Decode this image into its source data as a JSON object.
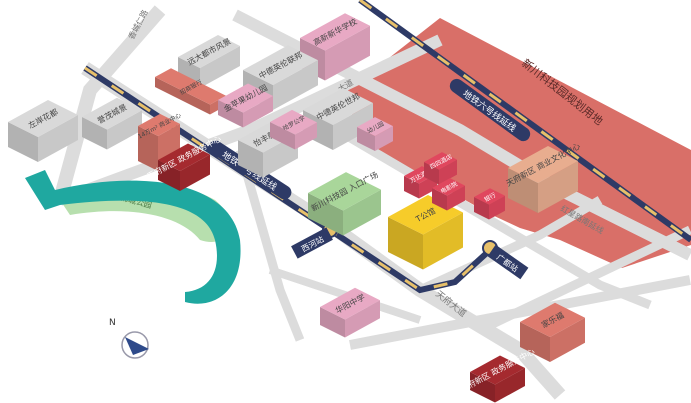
{
  "colors": {
    "road": "#dcdcdc",
    "planned_area": "#d96f68",
    "metro": "#2e3a66",
    "metro_dash": "#e7c06a",
    "river": "#1fa8a0",
    "park": "#b7dfae"
  },
  "planned_area_label": "新川科技园规划用地",
  "metro_lines": {
    "line1": "地铁一号线延线",
    "line6": "地铁六号线延线"
  },
  "stations": {
    "xihe": "西河站",
    "guangdu": "广都站"
  },
  "roads": {
    "north": "香城仁路",
    "tianfu": "天府大道",
    "hongxing": "红星路南延线",
    "dadao": "大道"
  },
  "park_label": "锦城公园",
  "compass": "N",
  "buildings": [
    {
      "label": "左岸花都",
      "color": "#d9d9d9"
    },
    {
      "label": "誉茂城景",
      "color": "#d9d9d9"
    },
    {
      "label": "远大都市风景",
      "color": "#d9d9d9"
    },
    {
      "label": "招商银行",
      "color": "#de7a6e"
    },
    {
      "label": "高新新华学校",
      "color": "#e8a9c4"
    },
    {
      "label": "中德英伦联邦",
      "color": "#d9d9d9"
    },
    {
      "label": "金苹果幼儿园",
      "color": "#e8a9c4"
    },
    {
      "label": "中德英伦世邦",
      "color": "#d9d9d9"
    },
    {
      "label": "幼儿园",
      "color": "#e8a9c4"
    },
    {
      "label": "怡丰新城",
      "color": "#d9d9d9"
    },
    {
      "label": "哈罗公学",
      "color": "#e8a9c4"
    },
    {
      "label": "14万m² 商业中心",
      "color": "#de7a6e"
    },
    {
      "label": "天府新区 政务服务中心",
      "color": "#a52a2f"
    },
    {
      "label": "新川科技园 入口广场",
      "color": "#a9d69a"
    },
    {
      "label": "T公馆",
      "color": "#f6cc2a"
    },
    {
      "label": "万达酒店",
      "color": "#e0475e"
    },
    {
      "label": "四四酒店",
      "color": "#e0475e"
    },
    {
      "label": "电影院",
      "color": "#e0475e"
    },
    {
      "label": "银行",
      "color": "#e0475e"
    },
    {
      "label": "天府新区 商业文化中心",
      "color": "#e8ad8f"
    },
    {
      "label": "华阳中学",
      "color": "#e8a9c4"
    },
    {
      "label": "家乐福",
      "color": "#de7a6e"
    },
    {
      "label": "天府新区 政务服务中心",
      "color": "#a52a2f"
    }
  ]
}
